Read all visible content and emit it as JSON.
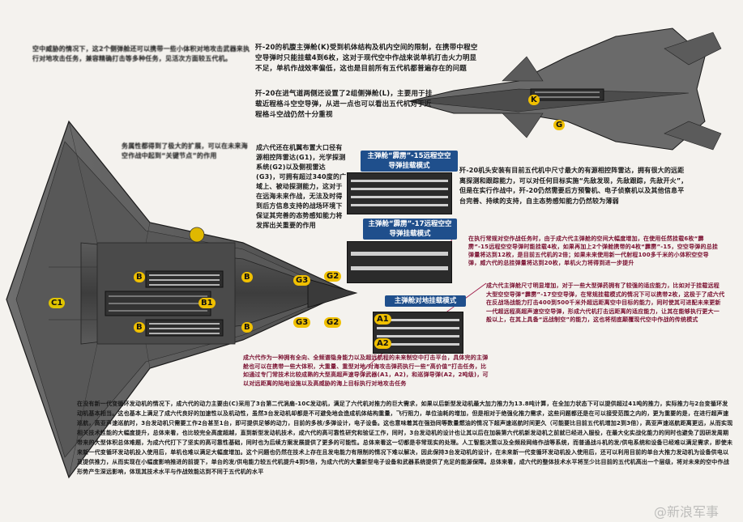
{
  "labels": {
    "k": "K",
    "c1": "C1",
    "b_left": "B",
    "b_center": "B1",
    "b_right": "B",
    "b_left2": "B",
    "b_right2": "B",
    "g3_top": "G3",
    "g2_top": "G2",
    "g3_bottom": "G3",
    "g2_bottom": "G2",
    "a1": "A1",
    "a2": "A2",
    "k_small": "K",
    "g_small": "G"
  },
  "panels": {
    "p1_title": "主弹舱“霹雳”-15远程空空导弹挂载模式",
    "p2_title": "主弹舱“霹雳”-17远程空空导弹挂载模式",
    "p3_title": "主弹舱对地挂载模式"
  },
  "texts": {
    "t_top_left": "空中威胁的情况下，这2个侧弹舱还可以携带一些小体积对地攻击武器来执行对地攻击任务，兼容精确打击等多种任务，见活次方面较五代机。",
    "t_top_mid_1": "歼-20的机腹主弹舱(K)受到机体结构及机内空间的限制，在携带中程空空导弹时只能挂载4到6枚，这对于现代空中作战来说单机打击火力明显不足，单机作战效率偏低，这也是目前所有五代机都普遍存在的问题",
    "t_top_mid_2": "歼-20在进气道两侧还设置了2组侧弹舱(L)，主要用于挂载近程格斗空空导弹，从进一点也可以看出五代机对于近程格斗空战仍然十分重视",
    "t_mid_left": "务属性都得到了极大的扩展，可以在未来海空作战中起到“关键节点”的作用",
    "t_mid_col": "成六代还在机翼布置大口径有源相控阵雷达(G1)，光学探测系统(G2)以及侧视雷达(G3)，可拥有超过340度的广域上、被动探测能力，这对于在远海未来作战，无法及时得到后方信息支持的战场环境下保证其完善的态势感知能力将发挥出关重要的作用",
    "t_right_1": "歼-20机头安装有目前五代机中尺寸最大的有源相控阵雷达，拥有很大的远距离探测和跟踪能力，可以对任何目标实施“先敌发现，先敌跟踪，先敌开火”，但是在实行作战中，歼-20仍然需要后方预警机、电子侦察机以及其他信息平台完善、持续的支持，自主态势感知能力仍然较为薄弱",
    "t_right_red_1": "在执行常规对空作战任务时，由于成六代主弹舱的空间大幅度增加，在使用任然挂载6枚“霹雳”-15远程空空导弹时能挂载4枚，如果再加上2个弹舱携带的4枚“霹雳”-15，空空导弹的总挂弹量将达到12枚，是目前五代机的2倍；如果未来使用新一代射程100多千米的小体积空空导弹，威六代的总挂弹量将达到20枚，单机火力将得到进一步提升",
    "t_right_red_2": "成六代主弹舱尺寸明显增加，对于一些大型弹药拥有了较强的适应能力，比如对于挂载远程大型空空导弹“霹雳”-17空空导弹，在常规挂载模式的情况下可以携带2枚，这极于了成六代在反战场战能力打击400到500千米外超远距离空中目标的能力，同时使其可进配未来更新一代超远程高超声速空空导弹，形成六代机打击远距离的适应能力，让其在能够执行更大一般以上，在其上具备“远战制空”的能力，这也将彻底颠覆现代空中作战的传统模式",
    "t_center_red": "成六代作为一种拥有全向、全频谱隐身能力以及超远航程的未来制空中打击平台，具体完的主弹舱也可以在携带一些大体积，大重量、重型对地/对海攻击弹药执行一些“高价值”打击任务，比如通过专门常技术比较成熟的大型高超声速导弹武器(A1，A2)，和巡弹导弹(A2，2吨级)，可以对远距离的陆地设施以及高威胁的海上目标执行对地攻击任务",
    "t_bottom": "在没有新一代变循环发动机的情况下，成六代的动力主要由(C)采用了3台第二代涡扇-10C发动机，满足了六代机对推力的巨大需求，如果以后新型发动机最大加力推力为13.8吨计算，在全加力状态下可以提供超过41吨的推力，实际推力与2台变循环发动机基本相当。这也基本上满足了成六代良好的加速性以及机动性，虽然3台发动机却都是不可避免地会造成机体结构重量，飞行阻力，单位油耗的增加，但是相对于绝强化推力需求，这些问题都还是在可以接受范围之内的，更为重要的是，在进行超声速巡航，高亚声速巡航时，3台发动机只需要工作2台甚至1台，即可提供足够的动力，目前的多核/多弹设计，电子设备。这也意味着其在强劲同等数量燃油的情况下超声速巡航时间更久（可能要比目前五代机增加2到3倍），高亚声速巡航距离更远，从而实现相关技术性能的大幅度提升，总体来看，也比较完全高度超越，直到新型发动机技术，成六代的高可靠性研究和验证工作，同时，3台发动机的设计也让其以后在加装第六代机新发动机之前就已经进入服役，在最大化实战化能力的同时也避免了因研发周期带来的大型体积总体难题，为成六代打下了坚实的高可靠性基础，同时也为后续方案发展提供了更多的可能性。总体来看这一切都是非常现实的处理。人工智能决策以及全频段网络作战等系统，而普通战斗机的发/供电系统和设备已经难以满足需求，即使未来新一代变循环发动机投入使用后，单机也难以满足大幅度增加。这个问题也仍然在技术上存在且发电能力有限制的情况下难以解决，因此保持3台发动机的设计，在未来新一代变循环发动机投入使用后，还可以利用目前的单台大推力发动机为设备供电以及提供推力，从而实现在小幅度影响推进的前提下，单台的发/供电能力较五代机提升4到5倍，为成六代的大量新型电子设备和武器系统提供了充足的能源保障。总体来看，成六代的整体技术水平将至少比目前的五代机高出一个层级，将对未来的空中作战形势产生深远影响，体现其技术水平与作战效能达到不同于五代机的水平"
  },
  "watermark": "@新浪军事"
}
